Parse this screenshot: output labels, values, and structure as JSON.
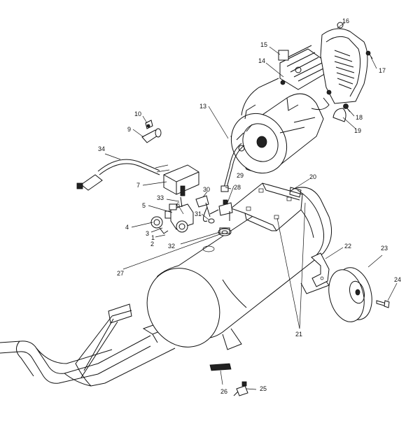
{
  "labels": {
    "l1": "1",
    "l2": "2",
    "l3": "3",
    "l4": "4",
    "l5": "5",
    "l6": "6",
    "l7": "7",
    "l9": "9",
    "l10": "10",
    "l13": "13",
    "l14": "14",
    "l15": "15",
    "l16": "16",
    "l17": "17",
    "l18": "18",
    "l19": "19",
    "l20": "20",
    "l21": "21",
    "l22": "22",
    "l23": "23",
    "l24": "24",
    "l25": "25",
    "l26": "26",
    "l27": "27",
    "l28": "28",
    "l29": "29",
    "l30": "30",
    "l31": "31",
    "l32": "32",
    "l33": "33",
    "l34": "34"
  }
}
